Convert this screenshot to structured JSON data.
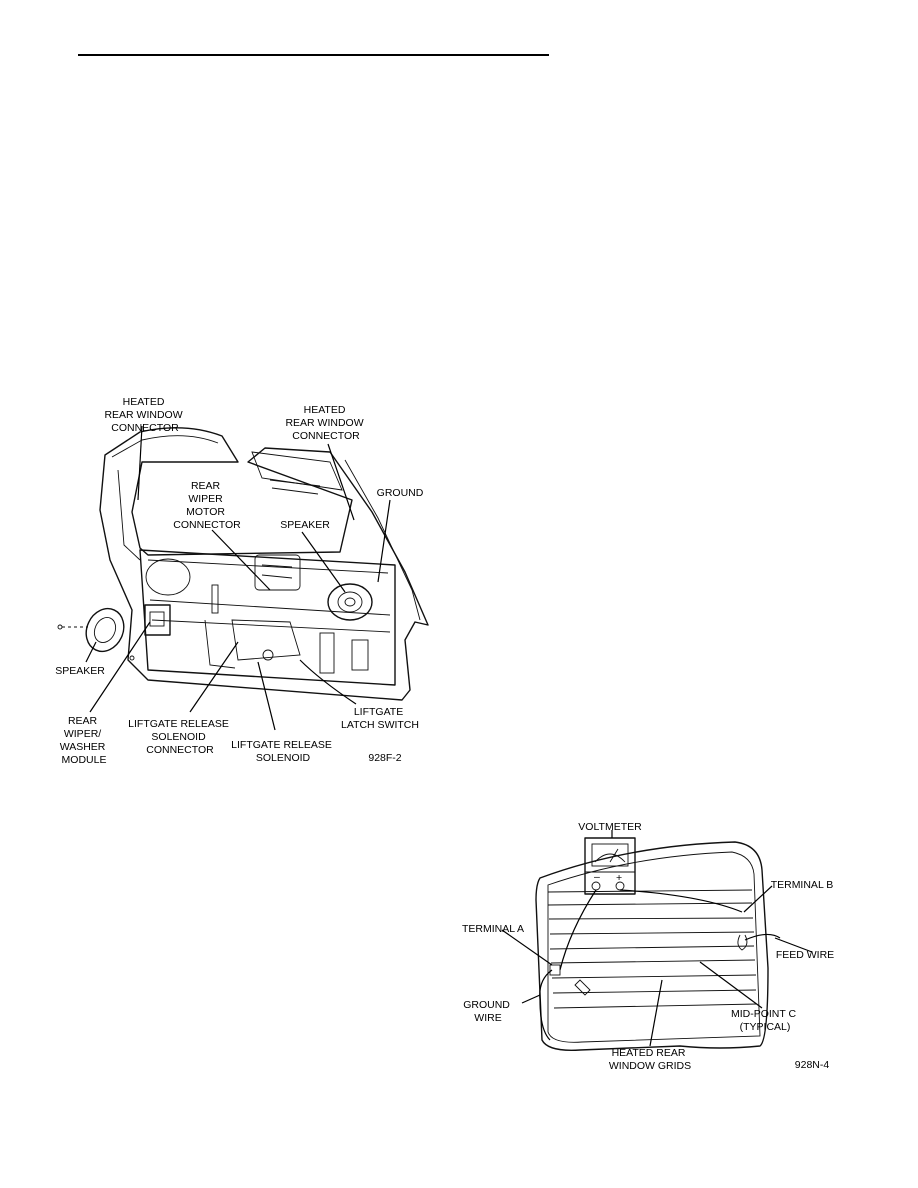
{
  "figure1": {
    "labels": {
      "heated_connector_left": [
        "HEATED",
        "REAR WINDOW",
        "CONNECTOR"
      ],
      "heated_connector_right": [
        "HEATED",
        "REAR WINDOW",
        "CONNECTOR"
      ],
      "rear_wiper_motor_connector": [
        "REAR",
        "WIPER",
        "MOTOR",
        "CONNECTOR"
      ],
      "ground": "GROUND",
      "speaker_right": "SPEAKER",
      "speaker_left": "SPEAKER",
      "rear_wiper_washer_module": [
        "REAR",
        "WIPER/",
        "WASHER",
        "MODULE"
      ],
      "liftgate_release_solenoid_connector": [
        "LIFTGATE RELEASE",
        "SOLENOID",
        "CONNECTOR"
      ],
      "liftgate_release_solenoid": [
        "LIFTGATE RELEASE",
        "SOLENOID"
      ],
      "liftgate_latch_switch": [
        "LIFTGATE",
        "LATCH SWITCH"
      ],
      "figure_code": "928F-2"
    }
  },
  "figure2": {
    "labels": {
      "voltmeter": "VOLTMETER",
      "terminal_b": "TERMINAL B",
      "terminal_a": "TERMINAL A",
      "feed_wire": "FEED WIRE",
      "ground_wire": [
        "GROUND",
        "WIRE"
      ],
      "mid_point_c": [
        "MID-POINT C",
        "(TYPICAL)"
      ],
      "heated_rear_window_grids": [
        "HEATED REAR",
        "WINDOW GRIDS"
      ],
      "figure_code": "928N-4"
    }
  }
}
